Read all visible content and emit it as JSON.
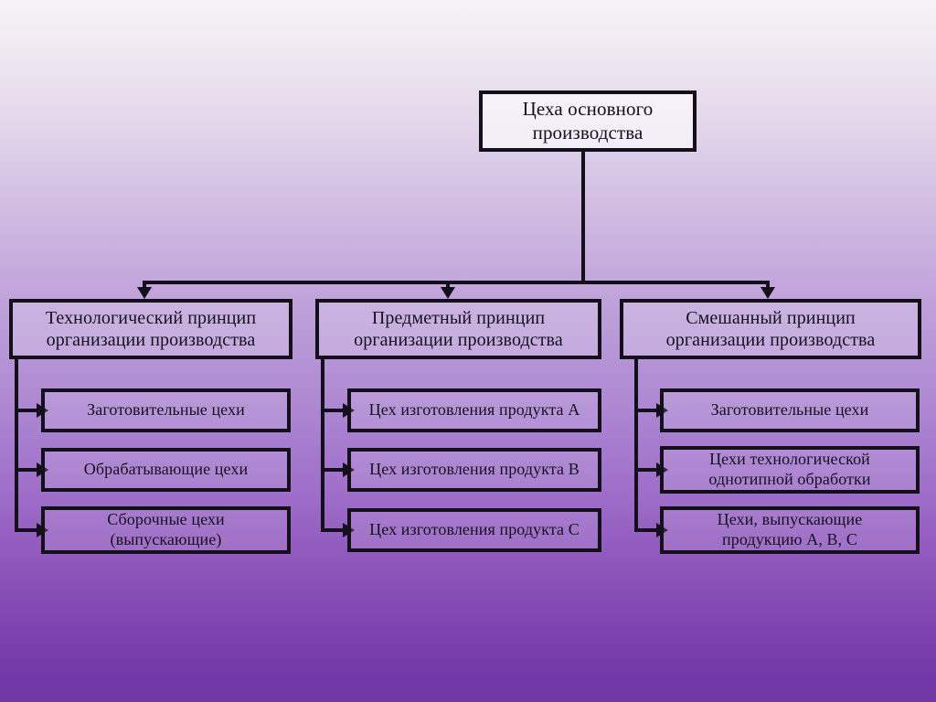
{
  "slide": {
    "background_top_color": "#f6f2f6",
    "background_bottom_color": "#7339a8",
    "line_color": "#13101c"
  },
  "diagram": {
    "type": "organizational-hierarchy",
    "root": {
      "line1": "Цеха основного",
      "line2": "производства"
    },
    "branches": [
      {
        "header_line1": "Технологический принцип",
        "header_line2": "организации производства",
        "children": [
          {
            "line1": "Заготовительные цехи",
            "line2": ""
          },
          {
            "line1": "Обрабатывающие цехи",
            "line2": ""
          },
          {
            "line1": "Сборочные цехи",
            "line2": "(выпускающие)"
          }
        ]
      },
      {
        "header_line1": "Предметный принцип",
        "header_line2": "организации производства",
        "children": [
          {
            "line1": "Цех изготовления продукта A",
            "line2": ""
          },
          {
            "line1": "Цех изготовления продукта B",
            "line2": ""
          },
          {
            "line1": "Цех изготовления продукта C",
            "line2": ""
          }
        ]
      },
      {
        "header_line1": "Смешанный принцип",
        "header_line2": "организации производства",
        "children": [
          {
            "line1": "Заготовительные цехи",
            "line2": ""
          },
          {
            "line1": "Цехи технологической",
            "line2": "однотипной обработки"
          },
          {
            "line1": "Цехи, выпускающие",
            "line2": "продукцию A, B, C"
          }
        ]
      }
    ]
  }
}
